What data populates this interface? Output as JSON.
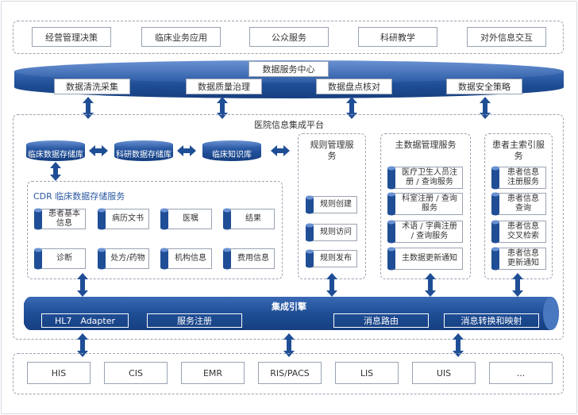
{
  "top_row": [
    "经营管理决策",
    "临床业务应用",
    "公众服务",
    "科研教学",
    "对外信息交互"
  ],
  "data_center": {
    "title": "数据服务中心",
    "items": [
      "数据清洗采集",
      "数据质量治理",
      "数据盘点核对",
      "数据安全策略"
    ]
  },
  "platform_title": "医院信息集成平台",
  "databases": [
    "临床数据存储库",
    "科研数据存储库",
    "临床知识库"
  ],
  "cdr": {
    "title": "CDR 临床数据存储服务",
    "items": [
      "患者基本信息",
      "病历文书",
      "医嘱",
      "结果",
      "诊断",
      "处方/药物",
      "机构信息",
      "费用信息"
    ]
  },
  "rules": {
    "title": "规则管理服务",
    "items": [
      "规则创建",
      "规则访问",
      "规则发布"
    ]
  },
  "master_data": {
    "title": "主数据管理服务",
    "items": [
      "医疗卫生人员注册 / 查询服务",
      "科室注册 / 查询服务",
      "术语 / 字典注册 / 查询服务",
      "主数据更新通知"
    ]
  },
  "patient_index": {
    "title": "患者主索引服务",
    "items": [
      "患者信息注册服务",
      "患者信息查询",
      "患者信息交叉检索",
      "患者信息更新通知"
    ]
  },
  "engine": {
    "title": "集成引擎",
    "items": [
      "HL7　Adapter",
      "服务注册",
      "消息路由",
      "消息转换和映射"
    ]
  },
  "bottom_row": [
    "HIS",
    "CIS",
    "EMR",
    "RIS/PACS",
    "LIS",
    "UIS",
    "..."
  ],
  "colors": {
    "primary": "#1f4e96",
    "dark": "#173f7e",
    "light": "#4a78c0",
    "border": "#9aa3b2"
  }
}
